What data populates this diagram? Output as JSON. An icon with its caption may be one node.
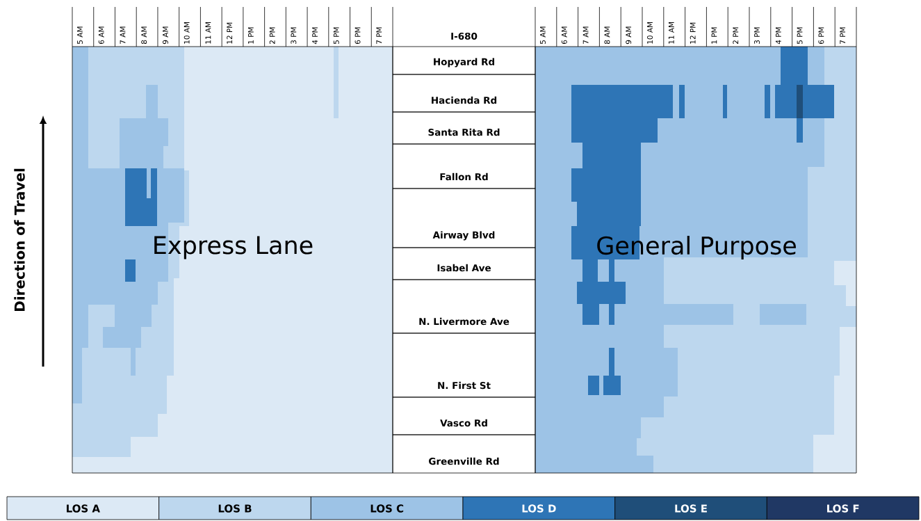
{
  "diagram": {
    "nodes": [
      {
        "text": [
          "Hopyard Rd"
        ]
      },
      {
        "text": [
          "Hacienda Rd"
        ]
      },
      {
        "text": [
          "Santa Rita Rd"
        ]
      },
      {
        "text": [
          "Fallon Rd"
        ]
      },
      {
        "text": [
          "Airway Blvd"
        ]
      },
      {
        "text": [
          "Isabel Ave"
        ]
      },
      {
        "text": [
          "N. Livermore Ave"
        ]
      },
      {
        "text": [
          "N. First St"
        ]
      },
      {
        "text": [
          "Vasco Rd"
        ]
      },
      {
        "text": [
          "Greenville Rd"
        ]
      }
    ],
    "labels": [
      "5 AM",
      "6 AM",
      "7 AM",
      "8 AM",
      "9 AM",
      "10 AM",
      "11 AM",
      "12 PM",
      "1 PM",
      "2 PM",
      "3 PM",
      "4 PM",
      "5 PM",
      "6 PM",
      "7 PM",
      "I-680",
      "5 AM",
      "6 AM",
      "7 AM",
      "8 AM",
      "9 AM",
      "10 AM",
      "11 AM",
      "12 PM",
      "1 PM",
      "2 PM",
      "3 PM",
      "4 PM",
      "5 PM",
      "6 PM",
      "7 PM",
      "Express Lane",
      "General Purpose",
      "Direction of Travel"
    ],
    "legend": [
      {
        "text": "LOS A",
        "color": "#dce9f5"
      },
      {
        "text": "LOS B",
        "color": "#bdd7ee"
      },
      {
        "text": "LOS C",
        "color": "#9dc3e6"
      },
      {
        "text": "LOS D",
        "color": "#2e75b6"
      },
      {
        "text": "LOS E",
        "color": "#1f4e79"
      },
      {
        "text": "LOS F",
        "color": "#203864"
      }
    ]
  }
}
